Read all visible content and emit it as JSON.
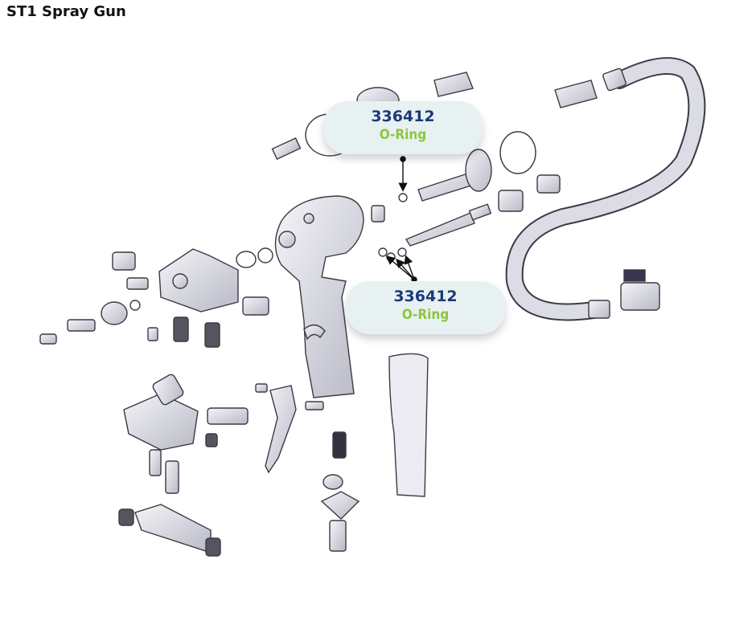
{
  "title": "ST1 Spray Gun",
  "callouts": [
    {
      "part_number": "336412",
      "description": "O-Ring"
    },
    {
      "part_number": "336412",
      "description": "O-Ring"
    }
  ],
  "colors": {
    "part_fill": "#e2e2ea",
    "part_stroke": "#3a3a44",
    "callout_bg": "#e8f1f1",
    "part_number": "#1d3a78",
    "description": "#8cc63f"
  }
}
